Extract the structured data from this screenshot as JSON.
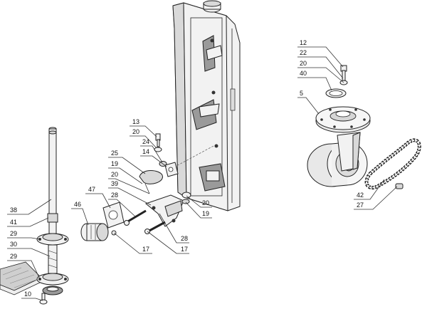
{
  "callouts": {
    "c1": "12",
    "c2": "22",
    "c3": "20",
    "c4": "40",
    "c5": "5",
    "c6": "13",
    "c7": "20",
    "c8": "24",
    "c9": "14",
    "c10": "25",
    "c11": "19",
    "c12": "20",
    "c13": "39",
    "c14": "47",
    "c15": "28",
    "c16": "46",
    "c17": "17",
    "c18": "28",
    "c19": "17",
    "c20": "20",
    "c21": "19",
    "c22": "38",
    "c23": "41",
    "c24": "29",
    "c25": "30",
    "c26": "29",
    "c27": "10",
    "c28": "42",
    "c29": "27"
  },
  "colors": {
    "line": "#222222",
    "shade": "#9a9a9a",
    "light": "#f2f2f2"
  }
}
